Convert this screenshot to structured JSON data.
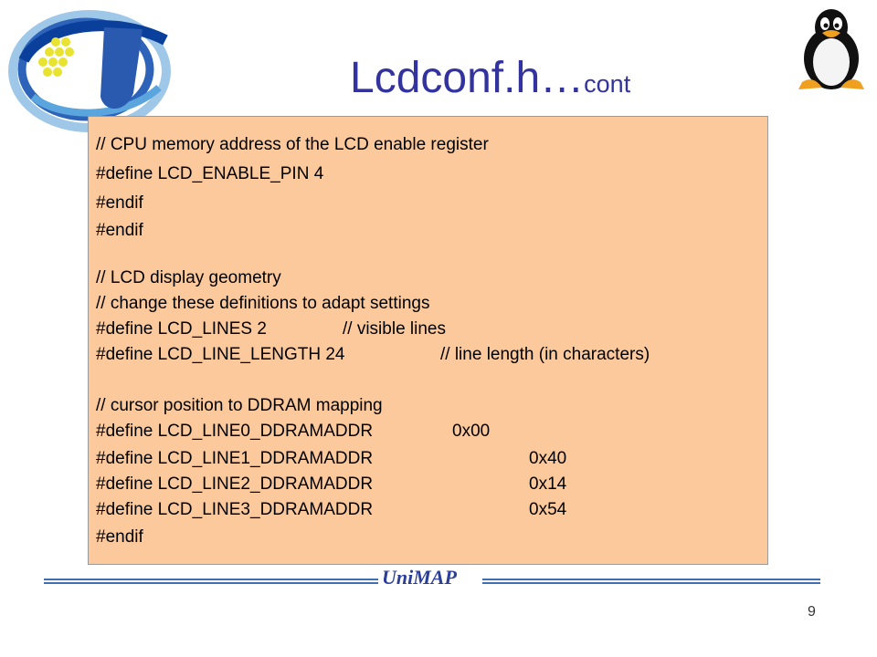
{
  "slide": {
    "title": "Lcdconf.h…",
    "title_suffix": "cont",
    "footer_label": "UniMAP",
    "page_number": "9",
    "colors": {
      "title": "#3333a0",
      "code_background": "#fcc99c",
      "footer_rule": "#3f6fb0"
    }
  },
  "code": {
    "lines": [
      {
        "text": "// CPU memory address of the LCD enable register",
        "value": ""
      },
      {
        "text": "#define LCD_ENABLE_PIN 4",
        "value": ""
      },
      {
        "text": "#endif",
        "value": ""
      },
      {
        "text": "#endif",
        "value": ""
      },
      {
        "text": "",
        "value": ""
      },
      {
        "text": "// LCD display geometry",
        "value": ""
      },
      {
        "text": "// change these definitions to adapt settings",
        "value": ""
      },
      {
        "text": "#define LCD_LINES 2",
        "value": "// visible lines"
      },
      {
        "text": "#define LCD_LINE_LENGTH 24",
        "value": "// line length (in characters)"
      },
      {
        "text": "",
        "value": ""
      },
      {
        "text": "// cursor position to DDRAM mapping",
        "value": ""
      },
      {
        "text": "#define LCD_LINE0_DDRAMADDR",
        "value": "0x00"
      },
      {
        "text": "#define LCD_LINE1_DDRAMADDR",
        "value": "0x40"
      },
      {
        "text": "#define LCD_LINE2_DDRAMADDR",
        "value": "0x14"
      },
      {
        "text": "#define LCD_LINE3_DDRAMADDR",
        "value": "0x54"
      },
      {
        "text": "#endif",
        "value": ""
      }
    ]
  },
  "icons": {
    "top_left": "institution-logo-icon",
    "top_right": "tux-penguin-icon"
  }
}
